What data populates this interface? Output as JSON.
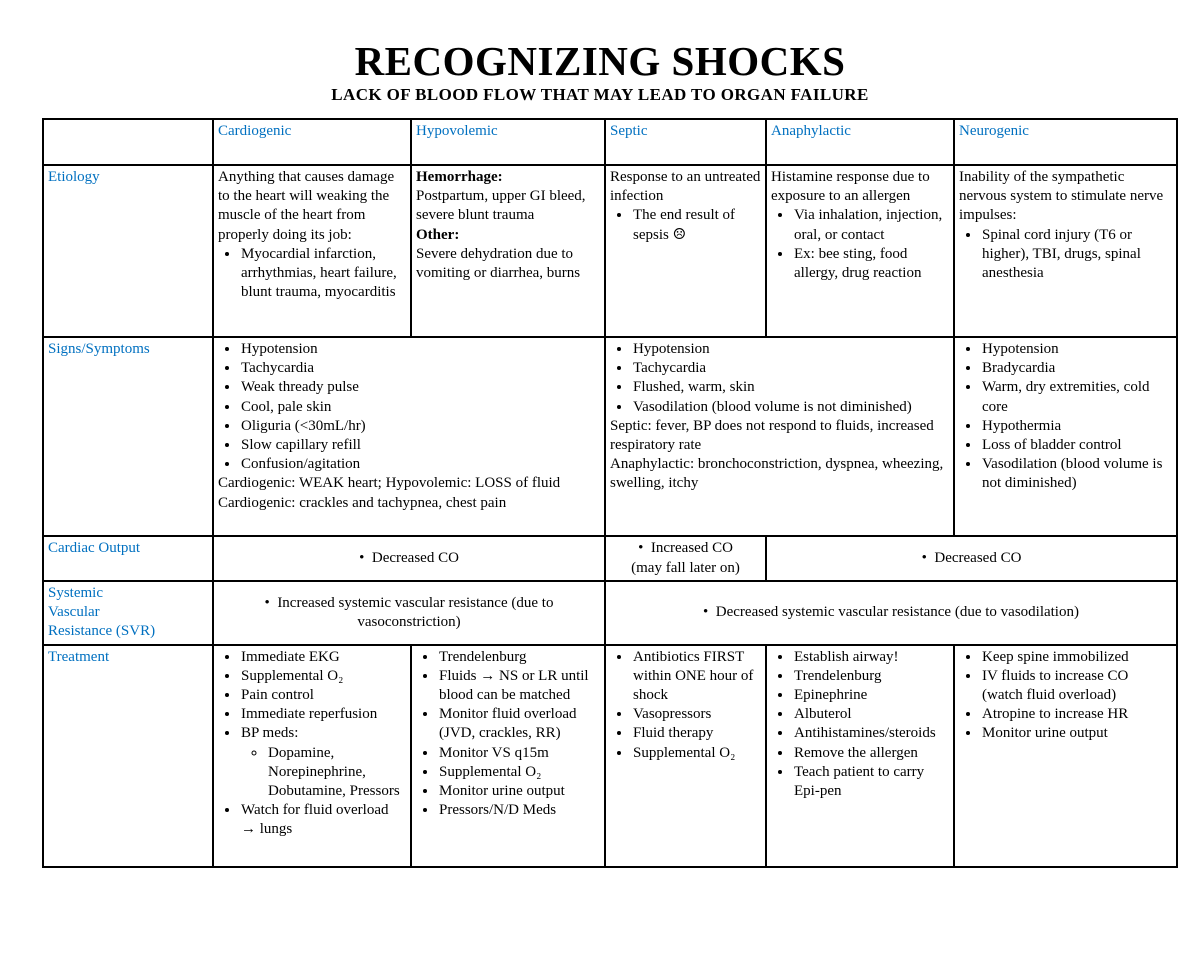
{
  "colors": {
    "accent": "#0070C0"
  },
  "title": "RECOGNIZING SHOCKS",
  "subtitle": "LACK OF BLOOD FLOW THAT MAY LEAD TO ORGAN FAILURE",
  "columns": {
    "cardiogenic": "Cardiogenic",
    "hypovolemic": "Hypovolemic",
    "septic": "Septic",
    "anaphylactic": "Anaphylactic",
    "neurogenic": "Neurogenic"
  },
  "rows": {
    "etiology": {
      "label": "Etiology",
      "cardiogenic": {
        "intro": "Anything that causes damage to the heart will weaking the muscle of the heart from properly doing its job:",
        "bullets": [
          "Myocardial infarction, arrhythmias, heart failure, blunt trauma, myocarditis"
        ]
      },
      "hypovolemic": {
        "heading1": "Hemorrhage:",
        "text1": "Postpartum, upper GI bleed, severe blunt trauma",
        "heading2": "Other:",
        "text2": "Severe dehydration due to vomiting or diarrhea, burns"
      },
      "septic": {
        "intro": "Response to an untreated infection",
        "bullets": [
          "The end result of sepsis ☹"
        ]
      },
      "anaphylactic": {
        "intro": "Histamine response due to exposure to an allergen",
        "bullets": [
          "Via inhalation, injection, oral, or contact",
          "Ex: bee sting, food allergy, drug reaction"
        ]
      },
      "neurogenic": {
        "intro": "Inability of the sympathetic nervous system to stimulate nerve impulses:",
        "bullets": [
          "Spinal cord injury (T6 or higher),  TBI, drugs, spinal anesthesia"
        ]
      }
    },
    "signs": {
      "label": "Signs/Symptoms",
      "cardio_hypo": {
        "bullets": [
          "Hypotension",
          "Tachycardia",
          "Weak thready pulse",
          "Cool, pale skin",
          "Oliguria (<30mL/hr)",
          "Slow capillary refill",
          "Confusion/agitation"
        ],
        "note1": "Cardiogenic: WEAK heart; Hypovolemic: LOSS of fluid",
        "note2": "Cardiogenic: crackles and tachypnea, chest pain"
      },
      "septic_ana": {
        "bullets": [
          "Hypotension",
          "Tachycardia",
          "Flushed, warm, skin",
          "Vasodilation (blood volume is not diminished)"
        ],
        "note1": "Septic: fever, BP does not respond to fluids, increased respiratory rate",
        "note2": "Anaphylactic: bronchoconstriction, dyspnea, wheezing, swelling, itchy"
      },
      "neurogenic": {
        "bullets": [
          "Hypotension",
          "Bradycardia",
          "Warm, dry extremities, cold core",
          "Hypothermia",
          "Loss of bladder control",
          "Vasodilation (blood volume is not diminished)"
        ]
      }
    },
    "cardiac_output": {
      "label": "Cardiac Output",
      "cardio_hypo": "Decreased CO",
      "septic_line1": "Increased CO",
      "septic_line2": "(may fall later on)",
      "ana_neuro": "Decreased CO"
    },
    "svr": {
      "label": "Systemic Vascular Resistance (SVR)",
      "label_lines": [
        "Systemic",
        "Vascular",
        "Resistance (SVR)"
      ],
      "cardio_hypo": "Increased systemic vascular resistance (due to vasoconstriction)",
      "septic_ana_neuro": "Decreased systemic vascular resistance (due to vasodilation)"
    },
    "treatment": {
      "label": "Treatment",
      "cardiogenic": {
        "bullets": [
          "Immediate EKG",
          "Supplemental O₂",
          "Pain control",
          "Immediate reperfusion",
          "BP meds:"
        ],
        "sub_bullets": [
          "Dopamine, Norepinephrine, Dobutamine, Pressors"
        ],
        "bullets_after": [
          "Watch for fluid overload → lungs"
        ]
      },
      "hypovolemic": {
        "bullets": [
          "Trendelenburg",
          "Fluids → NS or LR until blood can be matched",
          "Monitor fluid overload (JVD, crackles, RR)",
          "Monitor VS q15m",
          "Supplemental O₂",
          "Monitor urine output",
          "Pressors/N/D Meds"
        ]
      },
      "septic": {
        "bullets": [
          "Antibiotics FIRST within ONE hour of shock",
          "Vasopressors",
          "Fluid therapy",
          "Supplemental O₂"
        ]
      },
      "anaphylactic": {
        "bullets": [
          "Establish airway!",
          "Trendelenburg",
          "Epinephrine",
          "Albuterol",
          "Antihistamines/steroids",
          "Remove the allergen",
          "Teach patient to carry Epi-pen"
        ]
      },
      "neurogenic": {
        "bullets": [
          "Keep spine immobilized",
          "IV fluids to increase CO (watch fluid overload)",
          "Atropine to increase HR",
          "Monitor urine output"
        ]
      }
    }
  }
}
